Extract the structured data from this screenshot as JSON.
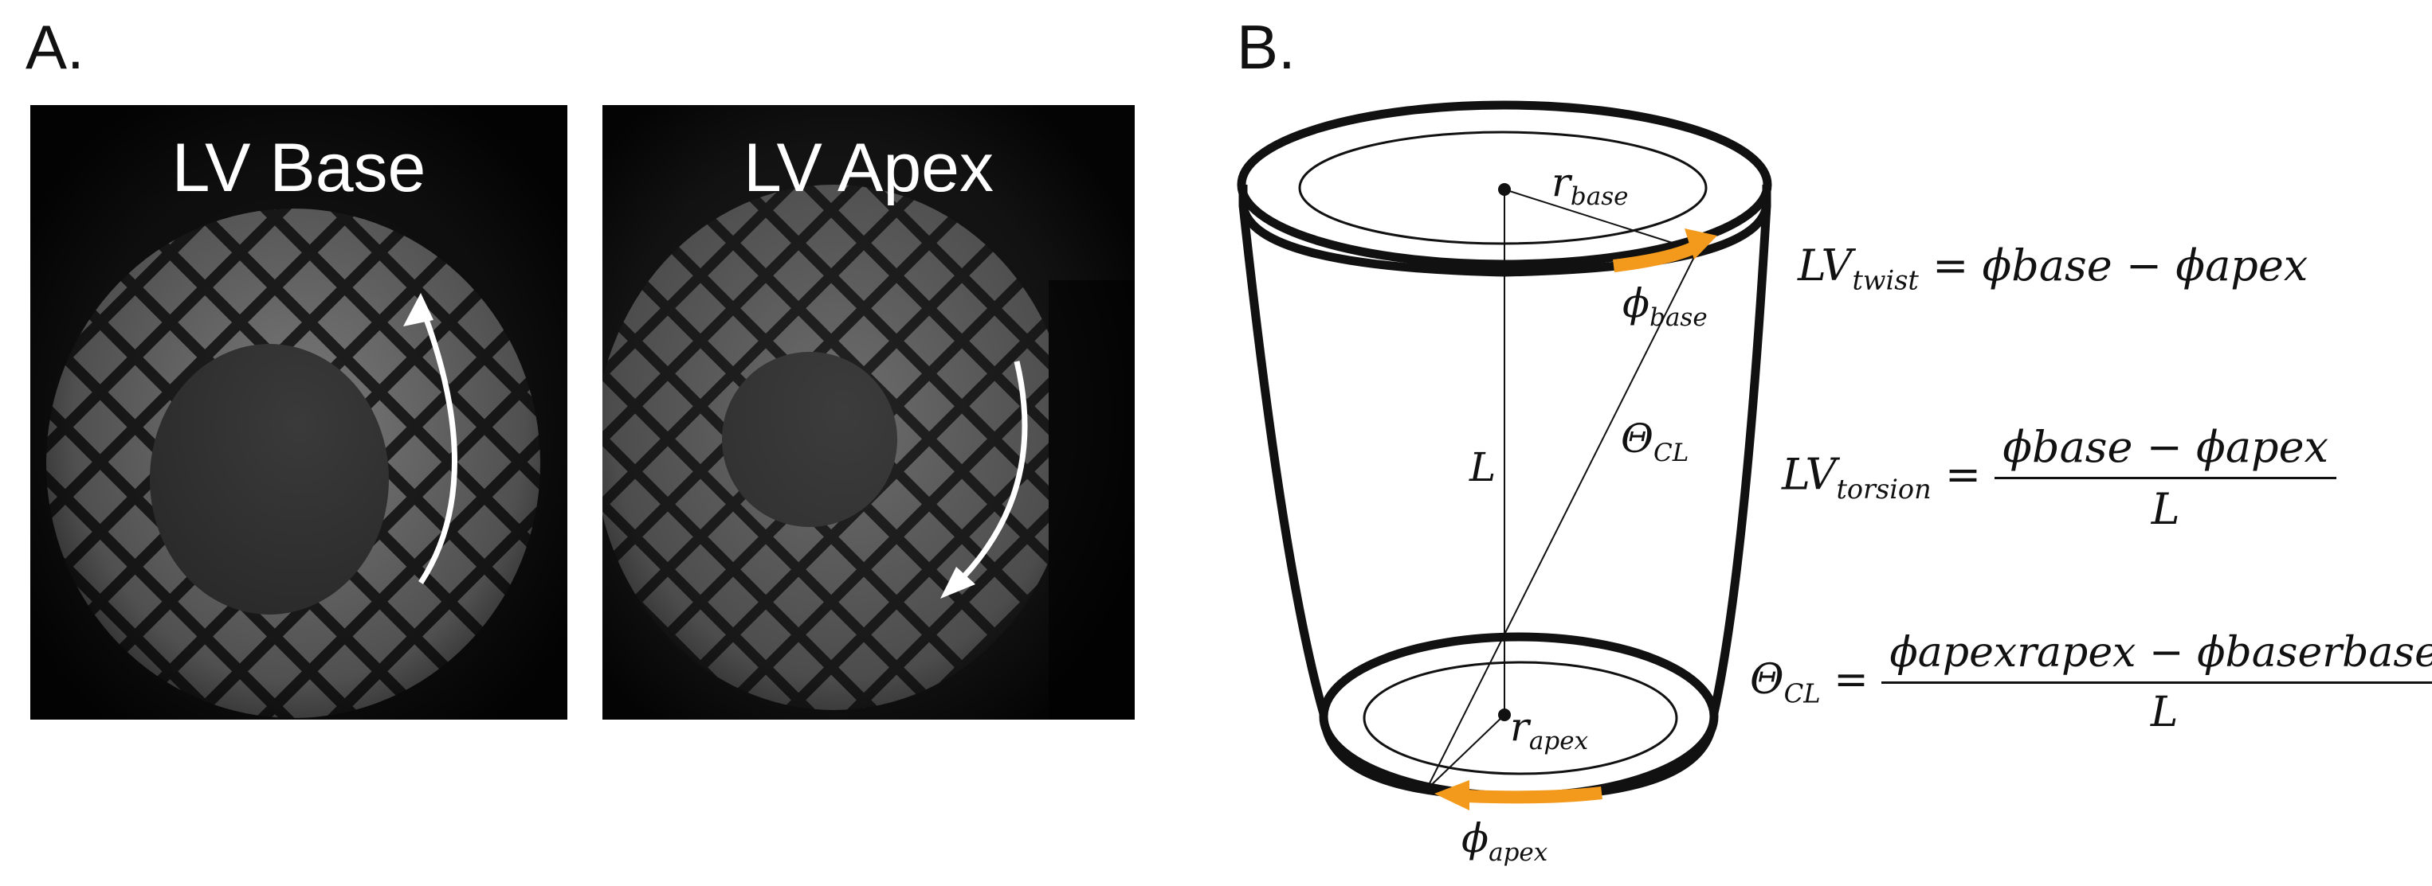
{
  "panels": {
    "a": {
      "letter": "A.",
      "images": [
        {
          "title": "LV Base",
          "arrow_direction": "counterclockwise"
        },
        {
          "title": "LV Apex",
          "arrow_direction": "clockwise"
        }
      ]
    },
    "b": {
      "letter": "B.",
      "labels": {
        "r_base": {
          "sym": "r",
          "sub": "base"
        },
        "phi_base": {
          "sym": "ϕ",
          "sub": "base"
        },
        "L": "L",
        "theta_cl": {
          "sym": "Θ",
          "sub": "CL"
        },
        "r_apex": {
          "sym": "r",
          "sub": "apex"
        },
        "phi_apex": {
          "sym": "ϕ",
          "sub": "apex"
        }
      },
      "equations": {
        "twist": {
          "lhs": "LV",
          "lhs_sub": "twist",
          "rhs": "= ϕbase − ϕapex"
        },
        "torsion": {
          "lhs": "LV",
          "lhs_sub": "torsion",
          "num": "ϕbase − ϕapex",
          "den": "L"
        },
        "theta": {
          "lhs": "Θ",
          "lhs_sub": "CL",
          "num": "ϕapexrapex − ϕbaserbase",
          "den": "L"
        }
      }
    }
  },
  "colors": {
    "arrow_orange": "#f39a1c",
    "outline": "#111111",
    "mri_bg": "#0b0b0b"
  }
}
